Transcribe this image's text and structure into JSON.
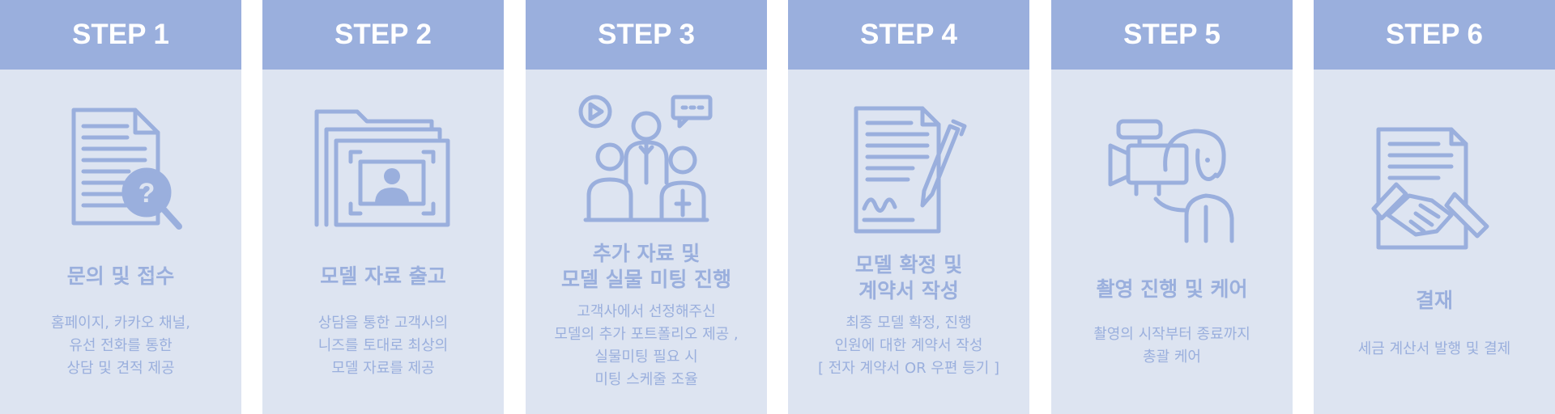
{
  "colors": {
    "header": "#9aafdd",
    "panel": "#dde4f1",
    "text": "#9aafdd",
    "icon": "#9aafdd"
  },
  "steps": [
    {
      "header": "STEP 1",
      "icon": "document-search-icon",
      "title": "문의 및 접수",
      "desc": "홈페이지, 카카오 채널,\n유선 전화를 통한\n상담 및 견적 제공"
    },
    {
      "header": "STEP 2",
      "icon": "profile-folder-icon",
      "title": "모델 자료 출고",
      "desc": "상담을 통한 고객사의\n니즈를 토대로 최상의\n모델 자료를 제공"
    },
    {
      "header": "STEP 3",
      "icon": "group-meeting-icon",
      "title": "추가 자료 및\n모델 실물 미팅 진행",
      "desc": "고객사에서 선정해주신\n모델의 추가 포트폴리오 제공 ,\n실물미팅 필요 시\n미팅 스케줄 조율"
    },
    {
      "header": "STEP 4",
      "icon": "contract-pen-icon",
      "title": "모델 확정 및\n계약서 작성",
      "desc": "최종 모델 확정, 진행\n인원에 대한 계약서 작성\n[ 전자 계약서 OR 우편 등기 ]"
    },
    {
      "header": "STEP 5",
      "icon": "video-camera-operator-icon",
      "title": "촬영 진행 및 케어",
      "desc": "촬영의 시작부터 종료까지\n총괄 케어"
    },
    {
      "header": "STEP 6",
      "icon": "handshake-document-icon",
      "title": "결재",
      "desc": "세금 계산서 발행 및 결제"
    }
  ]
}
